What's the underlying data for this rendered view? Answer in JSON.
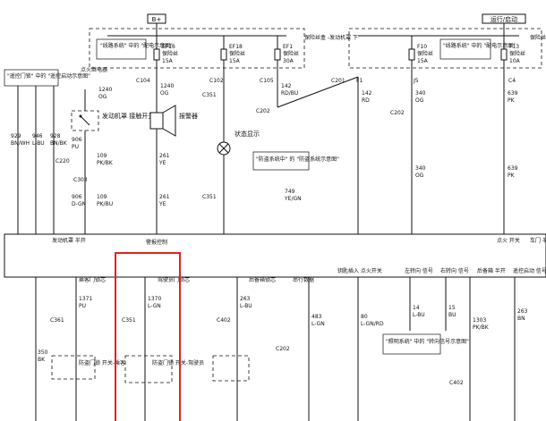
{
  "power": {
    "bplus": "B+",
    "run_start": "运行/启动"
  },
  "notes": {
    "fuse_block": "保险丝盒 -发动机罩 下",
    "fuse_block_right": "保险丝盒 - 仪表",
    "sys_power_left": "\"线路系统\" 中的 \"配电示意图\"",
    "sys_power_right": "\"线路系统\" 中的 \"配电示意图\"",
    "remote_lock": "\"遥控门锁\" 中的 \"遥控启动示意图\"",
    "ignition_relay": "点火继电器",
    "antitheft_ref": "\"防盗系统中\" 的 \"防盗系统示意图\"",
    "lighting_ref": "\"照明系统\" 中的 \"转向信号示意图\"",
    "status_display": "状态显示"
  },
  "fuses": [
    {
      "id": "EF16",
      "label": "保险丝",
      "amp": "15A"
    },
    {
      "id": "EF18",
      "label": "保险丝",
      "amp": "15A"
    },
    {
      "id": "EF1",
      "label": "保险丝",
      "amp": "30A"
    },
    {
      "id": "F10",
      "label": "保险丝",
      "amp": "15A"
    },
    {
      "id": "F13",
      "label": "保险丝",
      "amp": "10A"
    }
  ],
  "connectors": {
    "c104": "C104",
    "c102": "C102",
    "c105": "C105",
    "c201": "C201",
    "c351": "C351",
    "c202": "C202",
    "c220": "C220",
    "c303": "C303",
    "c361": "C361",
    "c402": "C402",
    "j5": "J5",
    "f1": "F1",
    "c4": "C4"
  },
  "devices": {
    "hood_switch": "发动机罩 接触开关",
    "alarm": "报警器",
    "door_driver": "防盗门锁 开关-驾驶员",
    "door_pass": "防盗门锁 开关-乘客"
  },
  "wires": {
    "w1": [
      "1240",
      "OG"
    ],
    "w2": [
      "1240",
      "OG"
    ],
    "w3": [
      "142",
      "RD/BU"
    ],
    "w4": [
      "142",
      "RD"
    ],
    "w5": [
      "340",
      "OG"
    ],
    "w6": [
      "639",
      "PK"
    ],
    "w7": [
      "906",
      "PU"
    ],
    "w8": [
      "109",
      "PK/BK"
    ],
    "w9": [
      "261",
      "YE"
    ],
    "w10": [
      "906",
      "D-GN"
    ],
    "w11": [
      "109",
      "PK/BU"
    ],
    "w12": [
      "261",
      "YE"
    ],
    "w13": [
      "749",
      "YE/GN"
    ],
    "w14": [
      "340",
      "OG"
    ],
    "w15": [
      "639",
      "PK"
    ],
    "w16": [
      "929",
      "BN/WH"
    ],
    "w17": [
      "946",
      "L-BU"
    ],
    "w18": [
      "928",
      "BN/BK"
    ],
    "w19": [
      "1371",
      "PU"
    ],
    "w20": [
      "1370",
      "L-GN"
    ],
    "w21": [
      "263",
      "L-BU"
    ],
    "w22": [
      "483",
      "L-GN"
    ],
    "w23": [
      "80",
      "L-GN/RD"
    ],
    "w24": [
      "14",
      "L-BU"
    ],
    "w25": [
      "15",
      "BU"
    ],
    "w26": [
      "1303",
      "PK/BK"
    ],
    "w27": [
      "263",
      "BN"
    ],
    "w28": [
      "350",
      "BK"
    ]
  },
  "module_labels": {
    "hood_ajar": "发动机罩 半开",
    "alarm_ctrl": "警报控制",
    "pass_door": "乘客门锁芯",
    "driver_door": "驾驶员门锁芯",
    "trunk_lock": "后备箱锁芯",
    "serial_data": "串行数据",
    "key_in": "钥匙插入 点火开关",
    "left_turn": "左转向 信号",
    "right_turn": "右转向 信号",
    "trunk_ajar": "后备箱 半开",
    "remote_start": "遥控启动 信号",
    "ignition_on": "点火 开关",
    "door_ajar": "车门 半开"
  }
}
